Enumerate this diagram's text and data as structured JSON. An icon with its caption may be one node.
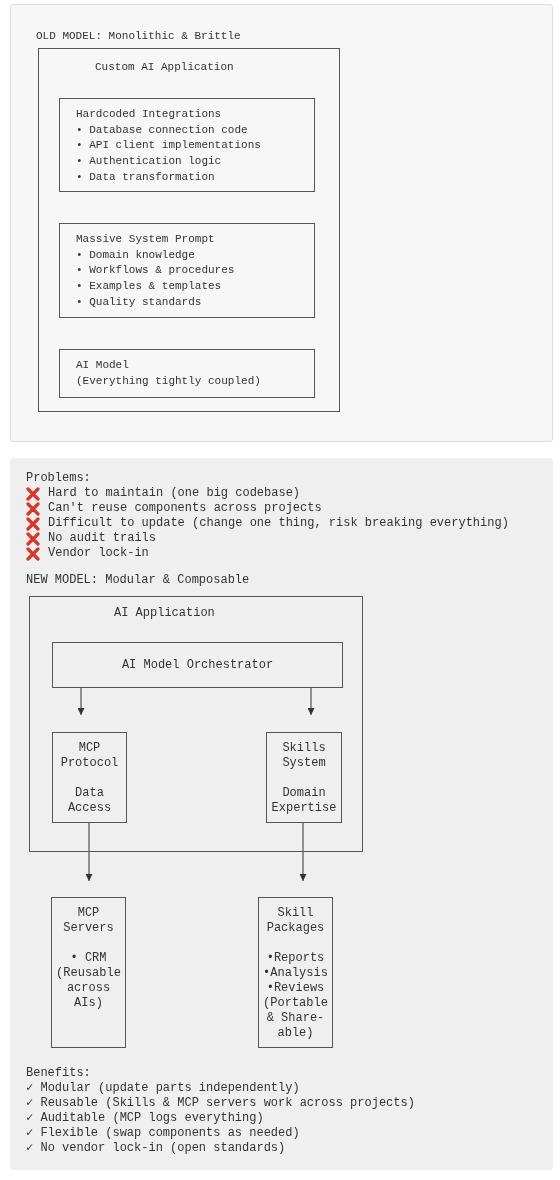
{
  "diagram": {
    "nodes": [
      {
        "text": [
          "Custom AI Application"
        ]
      },
      {
        "text": [
          "Hardcoded Integrations",
          "• Database connection code",
          "• API client implementations",
          "• Authentication logic",
          "• Data transformation"
        ],
        "in": 0
      },
      {
        "text": [
          "Massive System Prompt",
          "• Domain knowledge",
          "• Workflows & procedures",
          "• Examples & templates",
          "• Quality standards"
        ],
        "in": 0
      },
      {
        "text": [
          "AI Model",
          "(Everything tightly coupled)"
        ],
        "in": 0
      },
      {
        "text": [
          "AI Application"
        ]
      },
      {
        "text": [
          "AI Model Orchestrator"
        ],
        "in": 4
      },
      {
        "text": [
          "MCP Protocol",
          "Data Access"
        ],
        "in": 4
      },
      {
        "text": [
          "Skills System",
          "Domain Expertise"
        ],
        "in": 4
      },
      {
        "text": [
          "MCP Servers",
          "• CRM",
          "(Reusable across AIs)"
        ]
      },
      {
        "text": [
          "Skill Packages",
          "•Reports",
          "•Analysis",
          "•Reviews",
          "(Portable & Share-able)"
        ]
      }
    ],
    "edges": [
      {
        "from": 5,
        "to": 6,
        "arrow": "to"
      },
      {
        "from": 5,
        "to": 7,
        "arrow": "to"
      },
      {
        "from": 6,
        "to": 8,
        "arrow": "to"
      },
      {
        "from": 7,
        "to": 9,
        "arrow": "to"
      }
    ],
    "labels": [
      "OLD MODEL: Monolithic & Brittle",
      "Problems:",
      "Hard to maintain (one big codebase)",
      "Can't reuse components across projects",
      "Difficult to update (change one thing, risk breaking everything)",
      "No audit trails",
      "Vendor lock-in",
      "NEW MODEL: Modular & Composable",
      "Benefits:",
      "✓ Modular (update parts independently)",
      "✓ Reusable (Skills & MCP servers work across projects)",
      "✓ Auditable (MCP logs everything)",
      "✓ Flexible (swap components as needed)",
      "✓ No vendor lock-in (open standards)"
    ]
  }
}
